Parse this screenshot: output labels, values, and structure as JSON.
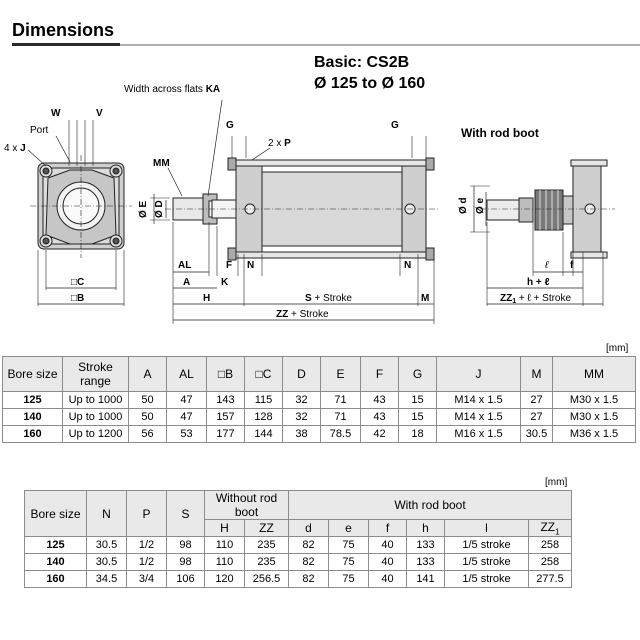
{
  "section_title": "Dimensions",
  "basic_line1": "Basic: CS2B",
  "basic_line2": "Ø 125 to Ø 160",
  "drawing": {
    "width_flats": "Width across flats ",
    "width_flats_bold": "KA",
    "W": "W",
    "V": "V",
    "port": "Port",
    "four_x": "4 x ",
    "J": "J",
    "C": "□C",
    "B": "□B",
    "MM": "MM",
    "G": "G",
    "two_x": "2 x ",
    "P": "P",
    "phiE": "Ø E",
    "phiD": "Ø D",
    "AL": "AL",
    "A": "A",
    "F": "F",
    "N": "N",
    "K": "K",
    "H": "H",
    "S": "S",
    "plus_stroke": " + Stroke",
    "M": "M",
    "ZZ": "ZZ",
    "with_rod_boot": "With rod boot",
    "phid": "Ø d",
    "phie": "Ø e",
    "ell": "ℓ",
    "f": "f",
    "h_plus_l": "h + ℓ",
    "ZZ1": "ZZ",
    "sub1": "1",
    "zz1_rest": " + ℓ + Stroke"
  },
  "unit1": "[mm]",
  "unit2": "[mm]",
  "table1": {
    "headers": [
      "Bore size",
      "Stroke range",
      "A",
      "AL",
      "□B",
      "□C",
      "D",
      "E",
      "F",
      "G",
      "J",
      "M",
      "MM"
    ],
    "rows": [
      [
        "125",
        "Up to 1000",
        "50",
        "47",
        "143",
        "115",
        "32",
        "71",
        "43",
        "15",
        "M14 x 1.5",
        "27",
        "M30 x 1.5"
      ],
      [
        "140",
        "Up to 1000",
        "50",
        "47",
        "157",
        "128",
        "32",
        "71",
        "43",
        "15",
        "M14 x 1.5",
        "27",
        "M30 x 1.5"
      ],
      [
        "160",
        "Up to 1200",
        "56",
        "53",
        "177",
        "144",
        "38",
        "78.5",
        "42",
        "18",
        "M16 x 1.5",
        "30.5",
        "M36 x 1.5"
      ]
    ]
  },
  "table2": {
    "h_bore": "Bore size",
    "h_N": "N",
    "h_P": "P",
    "h_S": "S",
    "h_without": "Without rod boot",
    "h_with": "With rod boot",
    "h_H": "H",
    "h_ZZ": "ZZ",
    "h_d": "d",
    "h_e": "e",
    "h_f": "f",
    "h_h": "h",
    "h_l": "l",
    "h_ZZ1": "ZZ",
    "h_ZZ1_sub": "1",
    "rows": [
      [
        "125",
        "30.5",
        "1/2",
        "98",
        "110",
        "235",
        "82",
        "75",
        "40",
        "133",
        "1/5 stroke",
        "258"
      ],
      [
        "140",
        "30.5",
        "1/2",
        "98",
        "110",
        "235",
        "82",
        "75",
        "40",
        "133",
        "1/5 stroke",
        "258"
      ],
      [
        "160",
        "34.5",
        "3/4",
        "106",
        "120",
        "256.5",
        "82",
        "75",
        "40",
        "141",
        "1/5 stroke",
        "277.5"
      ]
    ]
  }
}
